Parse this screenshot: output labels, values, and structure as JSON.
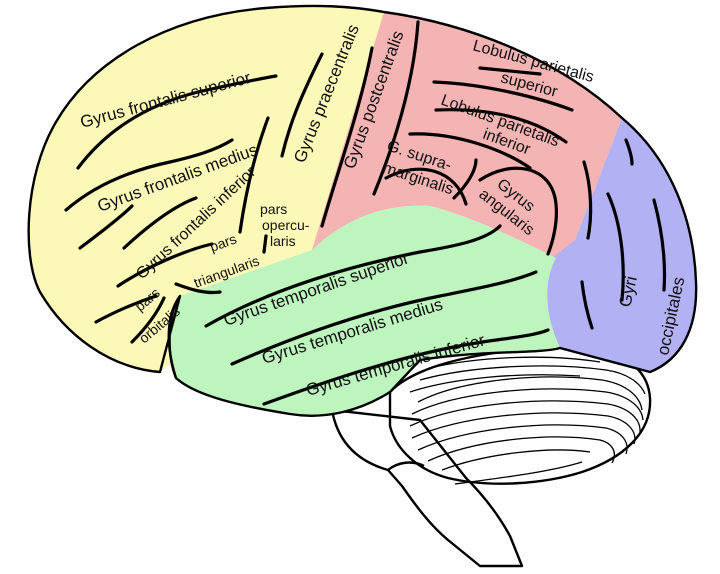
{
  "colors": {
    "frontal": "#fcf8b8",
    "parietal": "#f5b4b4",
    "temporal": "#bef5be",
    "occipital": "#b1b1f4",
    "background": "#ffffff",
    "outline": "#000000"
  },
  "labels": {
    "frontal_superior": "Gyrus frontalis superior",
    "frontal_medius": "Gyrus frontalis medius",
    "frontal_inferior": "Gyrus frontalis inferior",
    "praecentralis": "Gyrus praecentralis",
    "postcentralis": "Gyrus postcentralis",
    "lob_sup_1": "Lobulus parietalis",
    "lob_sup_2": "superior",
    "lob_inf_1": "Lobulus parietalis",
    "lob_inf_2": "inferior",
    "supra_1": "G. supra-",
    "supra_2": "marginalis",
    "angularis_1": "Gyrus",
    "angularis_2": "angularis",
    "operc_1": "pars",
    "operc_2": "opercu-",
    "operc_3": "laris",
    "triang_1": "pars",
    "triang_2": "triangularis",
    "orbit_1": "pars",
    "orbit_2": "orbitalis",
    "temporal_superior": "Gyrus temporalis superior",
    "temporal_medius": "Gyrus temporalis medius",
    "temporal_inferior": "Gyrus temporalis inferior",
    "gyri": "Gyri",
    "occipitales": "occipitales"
  }
}
